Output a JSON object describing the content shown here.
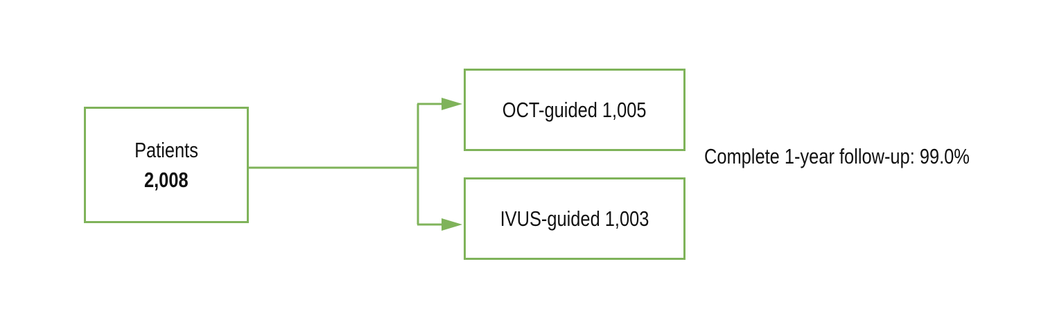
{
  "colors": {
    "box_border": "#7fb35a",
    "connector": "#7fb35a",
    "text": "#111111"
  },
  "patients": {
    "label": "Patients",
    "count": "2,008"
  },
  "arms": [
    {
      "label": "OCT-guided 1,005"
    },
    {
      "label": "IVUS-guided 1,003"
    }
  ],
  "followup": {
    "text": "Complete 1-year follow-up: 99.0%"
  }
}
